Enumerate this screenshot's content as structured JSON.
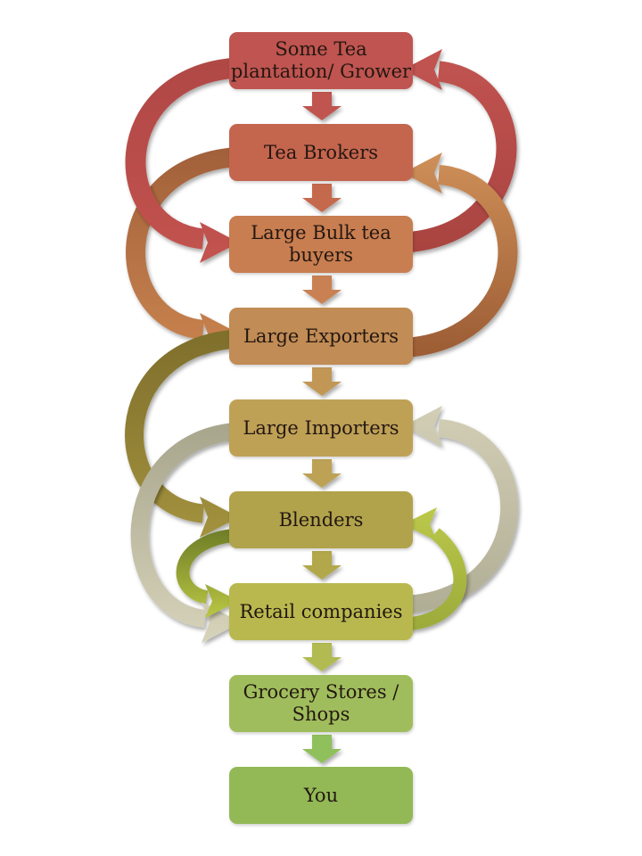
{
  "background": "#ffffff",
  "text_color": "#241711",
  "nodes": [
    {
      "label": "Some Tea plantation/ Grower",
      "lines": [
        "Some Tea",
        "plantation/ Grower"
      ],
      "color": "#bf5450"
    },
    {
      "label": "Tea Brokers",
      "lines": [
        "Tea Brokers"
      ],
      "color": "#c4654e"
    },
    {
      "label": "Large Bulk tea buyers",
      "lines": [
        "Large Bulk tea",
        "buyers"
      ],
      "color": "#c87e50"
    },
    {
      "label": "Large Exporters",
      "lines": [
        "Large Exporters"
      ],
      "color": "#c18c55"
    },
    {
      "label": "Large Importers",
      "lines": [
        "Large Importers"
      ],
      "color": "#bfa156"
    },
    {
      "label": "Blenders",
      "lines": [
        "Blenders"
      ],
      "color": "#b0a34b"
    },
    {
      "label": "Retail companies",
      "lines": [
        "Retail companies"
      ],
      "color": "#b9b84f"
    },
    {
      "label": "Grocery Stores / Shops",
      "lines": [
        "Grocery Stores /",
        "Shops"
      ],
      "color": "#9fbd5c"
    },
    {
      "label": "You",
      "lines": [
        "You"
      ],
      "color": "#92b956"
    }
  ],
  "down_arrows": [
    {
      "from": "Some Tea plantation/ Grower",
      "to": "Tea Brokers",
      "color": "#c0544f"
    },
    {
      "from": "Tea Brokers",
      "to": "Large Bulk tea buyers",
      "color": "#c5694e"
    },
    {
      "from": "Large Bulk tea buyers",
      "to": "Large Exporters",
      "color": "#c98152"
    },
    {
      "from": "Large Exporters",
      "to": "Large Importers",
      "color": "#c29756"
    },
    {
      "from": "Large Importers",
      "to": "Blenders",
      "color": "#bda254"
    },
    {
      "from": "Blenders",
      "to": "Retail companies",
      "color": "#b2a84c"
    },
    {
      "from": "Retail companies",
      "to": "Grocery Stores / Shops",
      "color": "#b2bb51"
    },
    {
      "from": "Grocery Stores / Shops",
      "to": "You",
      "color": "#8fc05c"
    }
  ],
  "ribbons": {
    "left_1_3": {
      "from": "Some Tea plantation/ Grower",
      "to": "Large Bulk tea buyers",
      "direction": "down",
      "color_start": "#b04845",
      "color_end": "#c3534f"
    },
    "left_2_4": {
      "from": "Tea Brokers",
      "to": "Large Exporters",
      "direction": "down",
      "color_start": "#a2613a",
      "color_end": "#c9834f"
    },
    "left_4_6": {
      "from": "Large Exporters",
      "to": "Blenders",
      "direction": "down",
      "color_start": "#7f6f2c",
      "color_end": "#a3923d"
    },
    "left_5_7": {
      "from": "Large Importers",
      "to": "Retail companies",
      "direction": "down",
      "color_start": "#a9a68e",
      "color_end": "#d8d4bc"
    },
    "left_6_7": {
      "from": "Blenders",
      "to": "Retail companies",
      "direction": "down",
      "color_start": "#6f7e28",
      "color_end": "#bfcc45"
    },
    "right_3_1": {
      "from": "Large Bulk tea buyers",
      "to": "Some Tea plantation/ Grower",
      "direction": "up",
      "color_start": "#c25451",
      "color_end": "#a84340"
    },
    "right_4_2": {
      "from": "Large Exporters",
      "to": "Tea Brokers",
      "direction": "up",
      "color_start": "#cf9059",
      "color_end": "#9c5c34"
    },
    "right_7_5": {
      "from": "Retail companies",
      "to": "Large Importers",
      "direction": "up",
      "color_start": "#d3cfb6",
      "color_end": "#b0ad95"
    },
    "right_7_6": {
      "from": "Retail companies",
      "to": "Blenders",
      "direction": "up",
      "color_start": "#bcc94b",
      "color_end": "#9aa939"
    }
  }
}
